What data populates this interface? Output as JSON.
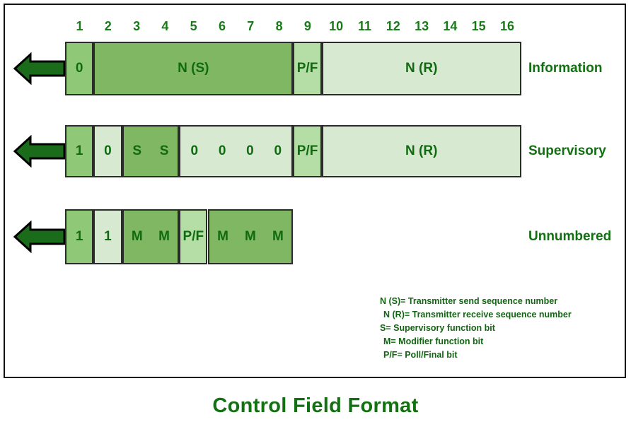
{
  "title": "Control Field Format",
  "columns": [
    "1",
    "2",
    "3",
    "4",
    "5",
    "6",
    "7",
    "8",
    "9",
    "10",
    "11",
    "12",
    "13",
    "14",
    "15",
    "16"
  ],
  "rows": [
    {
      "name": "Information",
      "label": "Information",
      "arrow": "left-arrow",
      "cells": [
        {
          "text": "0",
          "span": 1,
          "shade": "g-mid"
        },
        {
          "text": "N (S)",
          "span": 7,
          "shade": "g-dark"
        },
        {
          "text": "P/F",
          "span": 1,
          "shade": "g-light"
        },
        {
          "text": "N (R)",
          "span": 7,
          "shade": "g-pale"
        }
      ]
    },
    {
      "name": "Supervisory",
      "label": "Supervisory",
      "arrow": "left-arrow",
      "cells": [
        {
          "text": "1",
          "span": 1,
          "shade": "g-mid"
        },
        {
          "text": "0",
          "span": 1,
          "shade": "g-pale"
        },
        {
          "text": "S   S",
          "span": 2,
          "shade": "g-dark"
        },
        {
          "text": "0  0  0  0",
          "span": 4,
          "shade": "g-pale"
        },
        {
          "text": "P/F",
          "span": 1,
          "shade": "g-light"
        },
        {
          "text": "N (R)",
          "span": 7,
          "shade": "g-pale"
        }
      ]
    },
    {
      "name": "Unnumbered",
      "label": "Unnumbered",
      "arrow": "left-arrow",
      "cells": [
        {
          "text": "1",
          "span": 1,
          "shade": "g-mid"
        },
        {
          "text": "1",
          "span": 1,
          "shade": "g-pale"
        },
        {
          "text": "M   M",
          "span": 2,
          "shade": "g-dark"
        },
        {
          "text": "P/F",
          "span": 1,
          "shade": "g-light"
        },
        {
          "text": "M   M   M",
          "span": 3,
          "shade": "g-dark"
        }
      ]
    }
  ],
  "legend": [
    "N (S)= Transmitter send sequence number",
    "N (R)= Transmitter receive sequence number",
    "S= Supervisory function bit",
    "M= Modifier function bit",
    "P/F= Poll/Final bit"
  ],
  "colors": {
    "text_green": "#137013",
    "shade_dark": "#7fb763",
    "shade_mid": "#8fc978",
    "shade_light": "#b5dda6",
    "shade_pale": "#d8e9d2",
    "arrow_fill": "#1a6b1a",
    "border": "#2b2b2b"
  }
}
